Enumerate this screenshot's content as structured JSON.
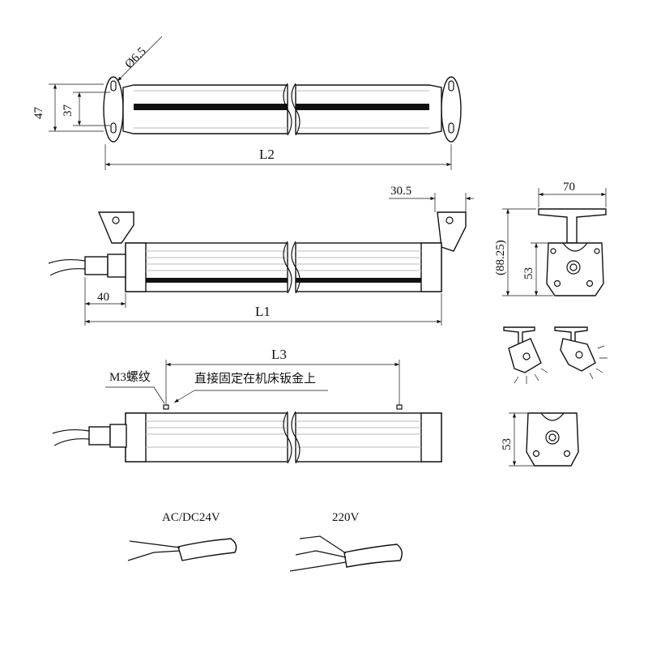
{
  "top_view": {
    "hole_diameter": "Ø6.5",
    "outer_height": "47",
    "hole_spacing": "37",
    "length": "L2"
  },
  "side_view": {
    "bracket_offset": "30.5",
    "connector_length": "40",
    "length": "L1"
  },
  "end_view": {
    "bracket_width": "70",
    "total_height": "(88.25)",
    "cap_height": "53"
  },
  "direct_mount_view": {
    "screw_label": "M3螺纹",
    "mount_note": "直接固定在机床钣金上",
    "screw_spacing": "L3",
    "cap_height": "53"
  },
  "cables": [
    {
      "label": "AC/DC24V",
      "wires": 2
    },
    {
      "label": "220V",
      "wires": 3
    }
  ]
}
